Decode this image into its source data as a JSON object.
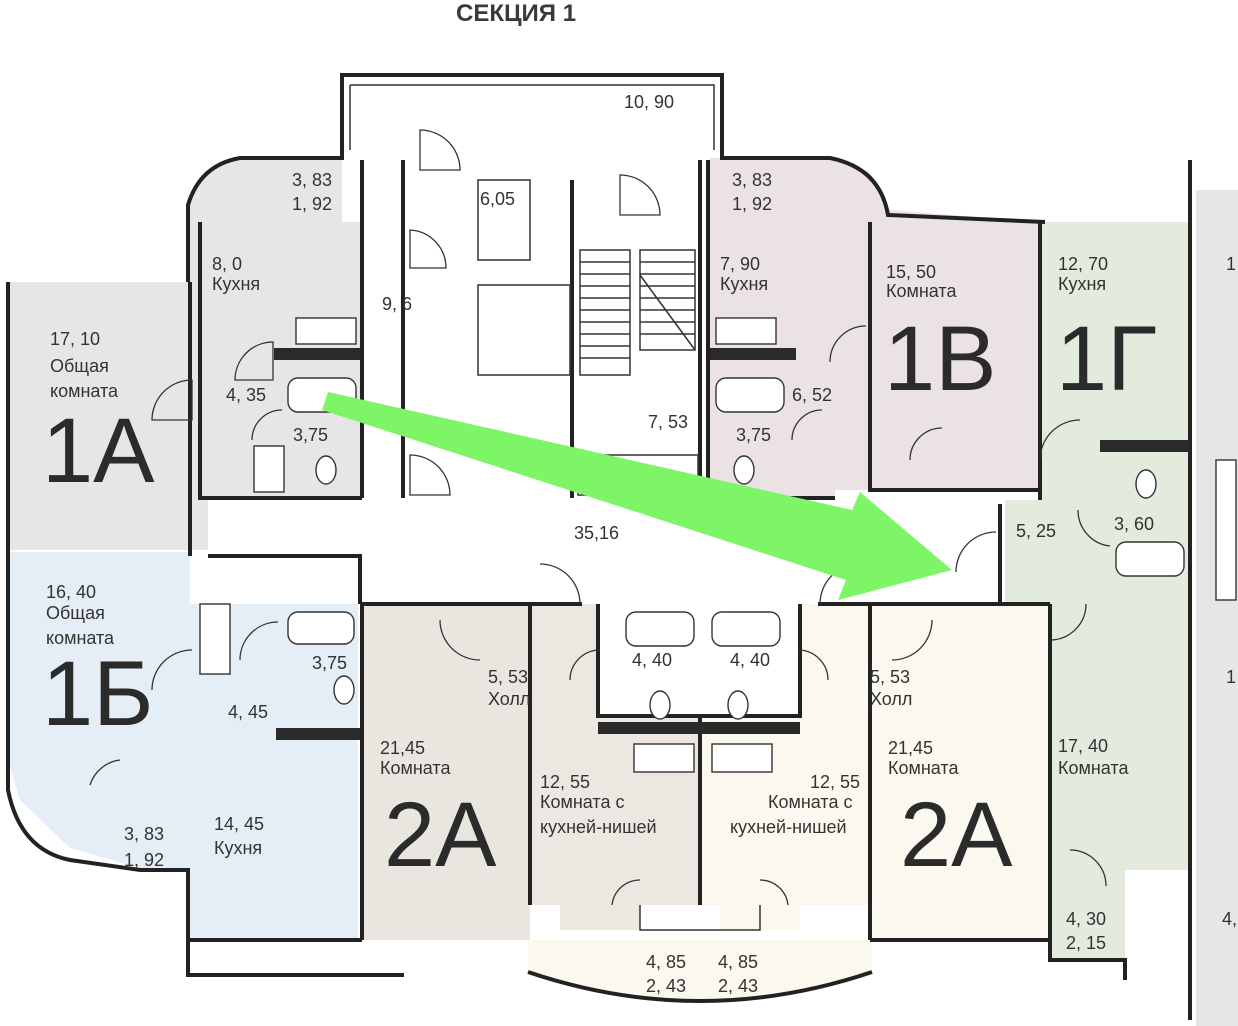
{
  "title": "СЕКЦИЯ 1",
  "colors": {
    "unit_1a": "#e6e6e7",
    "unit_1b": "#e5edf6",
    "unit_1v": "#ebe2e4",
    "unit_1g": "#e2ebde",
    "unit_2a_left": "#e9e6e0",
    "unit_2a_right": "#faf8ef",
    "center_2a_left": "#ece8e1",
    "center_2a_right": "#fbf8f0",
    "arrow": "#7df566"
  },
  "units": [
    {
      "id": "1A",
      "label": "1А",
      "rooms": [
        {
          "area": "17, 10",
          "name": "Общая",
          "name2": "комната"
        },
        {
          "area": "8, 0",
          "name": "Кухня"
        },
        {
          "area": "4, 35"
        },
        {
          "area": "3,75"
        },
        {
          "area": "3, 83",
          "area2": "1, 92"
        }
      ]
    },
    {
      "id": "1B",
      "label": "1Б",
      "rooms": [
        {
          "area": "16, 40",
          "name": "Общая",
          "name2": "комната"
        },
        {
          "area": "4, 45"
        },
        {
          "area": "3,75"
        },
        {
          "area": "14, 45",
          "name": "Кухня"
        },
        {
          "area": "3, 83",
          "area2": "1, 92"
        }
      ]
    },
    {
      "id": "1V",
      "label": "1В",
      "rooms": [
        {
          "area": "15, 50",
          "name": "Комната"
        },
        {
          "area": "7, 90",
          "name": "Кухня"
        },
        {
          "area": "6, 52"
        },
        {
          "area": "3,75"
        },
        {
          "area": "3, 83",
          "area2": "1, 92"
        }
      ]
    },
    {
      "id": "1G",
      "label": "1Г",
      "rooms": [
        {
          "area": "12, 70",
          "name": "Кухня"
        },
        {
          "area": "5, 25"
        },
        {
          "area": "3, 60"
        },
        {
          "area": "17, 40",
          "name": "Комната"
        },
        {
          "area": "4, 30",
          "area2": "2, 15"
        }
      ]
    },
    {
      "id": "2A-left",
      "label": "2А",
      "rooms": [
        {
          "area": "21,45",
          "name": "Комната"
        },
        {
          "area": "5, 53",
          "name": "Холл"
        },
        {
          "area": "4, 40"
        },
        {
          "area": "12, 55",
          "name": "Комната с",
          "name2": "кухней-нишей"
        },
        {
          "area": "4, 85",
          "area2": "2, 43"
        }
      ]
    },
    {
      "id": "2A-right",
      "label": "2А",
      "rooms": [
        {
          "area": "21,45",
          "name": "Комната"
        },
        {
          "area": "5, 53",
          "name": "Холл"
        },
        {
          "area": "4, 40"
        },
        {
          "area": "12, 55",
          "name": "Комната с",
          "name2": "кухней-нишей"
        },
        {
          "area": "4, 85",
          "area2": "2, 43"
        }
      ]
    }
  ],
  "common": {
    "terrace": "10, 90",
    "room_6": "6,05",
    "lobby": "9, 6",
    "stair": "7, 53",
    "corridor": "35,16"
  },
  "edge_right": {
    "a": "1",
    "b": "1",
    "c": "4,"
  }
}
